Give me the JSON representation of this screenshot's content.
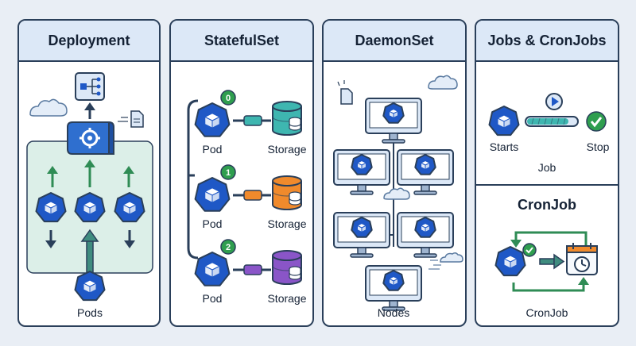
{
  "panels": {
    "deployment": {
      "title": "Deployment",
      "pods_label": "Pods"
    },
    "statefulset": {
      "title": "StatefulSet",
      "rows": [
        {
          "index": "0",
          "pod_label": "Pod",
          "storage_label": "Storage",
          "color": "#3eb6b0"
        },
        {
          "index": "1",
          "pod_label": "Pod",
          "storage_label": "Storage",
          "color": "#f08a2c"
        },
        {
          "index": "2",
          "pod_label": "Pod",
          "storage_label": "Storage",
          "color": "#8a55c8"
        }
      ]
    },
    "daemonset": {
      "title": "DaemonSet",
      "nodes_label": "Nodes"
    },
    "jobs": {
      "title": "Jobs & CronJobs",
      "starts_label": "Starts",
      "stop_label": "Stop",
      "job_label": "Job",
      "cronjob_heading": "CronJob",
      "cronjob_label": "CronJob"
    }
  },
  "colors": {
    "pod": "#1f58c6",
    "outline": "#2a3f5a",
    "header": "#dce8f7",
    "green_area": "#dcefe8",
    "arrow_green": "#2f8c55",
    "badge_green": "#2f9e4f"
  }
}
